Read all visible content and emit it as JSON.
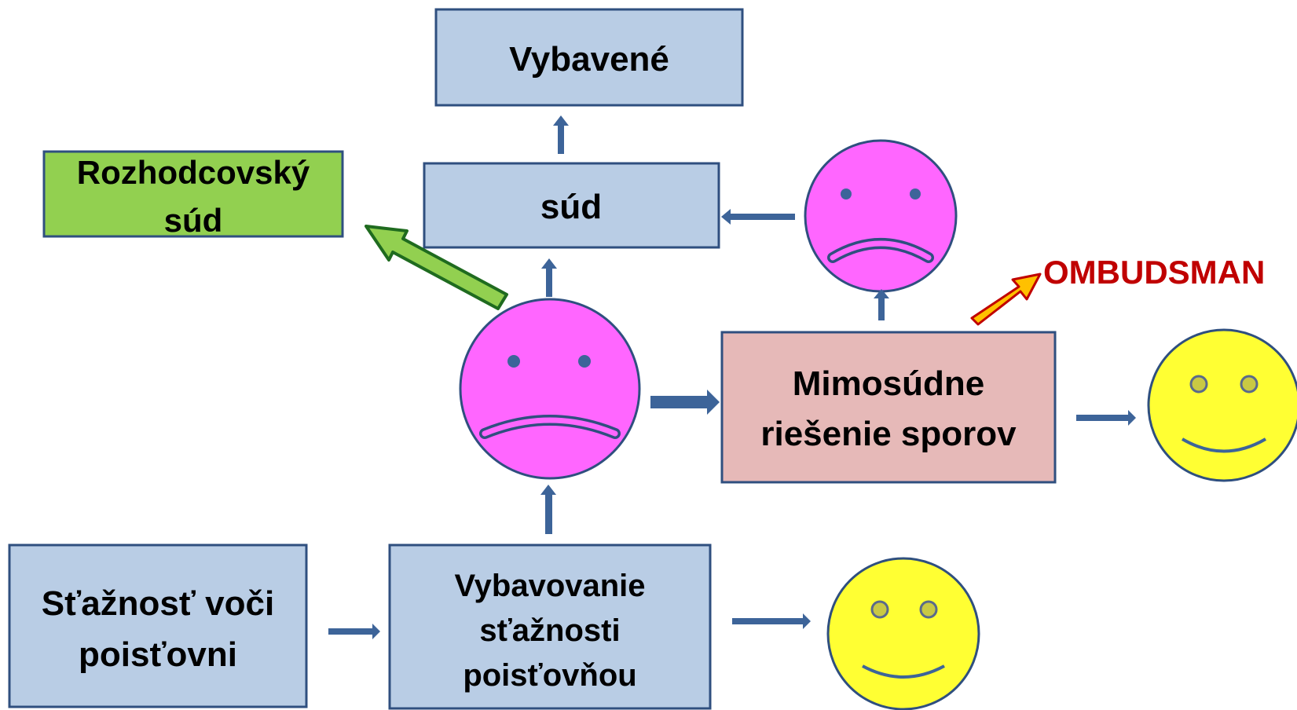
{
  "colors": {
    "box_blue": "#b9cde5",
    "box_green": "#92d050",
    "box_pink": "#e6b9b8",
    "box_border": "#2f4f7f",
    "arrow_blue": "#3d6499",
    "sad_face": "#ff66ff",
    "happy_face": "#ffff33",
    "green_arrow": "#92d050",
    "orange_arrow": "#ffc000",
    "red_text": "#c00000"
  },
  "boxes": {
    "complaint": [
      "Sťažnosť voči",
      "poisťovni"
    ],
    "handling": [
      "Vybavovanie",
      "sťažnosti",
      "poisťovňou"
    ],
    "court": [
      "súd"
    ],
    "settled": [
      "Vybavené"
    ],
    "arbitration": [
      "Rozhodcovský",
      "súd"
    ],
    "adr": [
      "Mimosúdne",
      "riešenie sporov"
    ]
  },
  "ombudsman": "OMBUDSMAN",
  "faces": {
    "unhappy": "sad-face",
    "happy": "smiley-face"
  }
}
